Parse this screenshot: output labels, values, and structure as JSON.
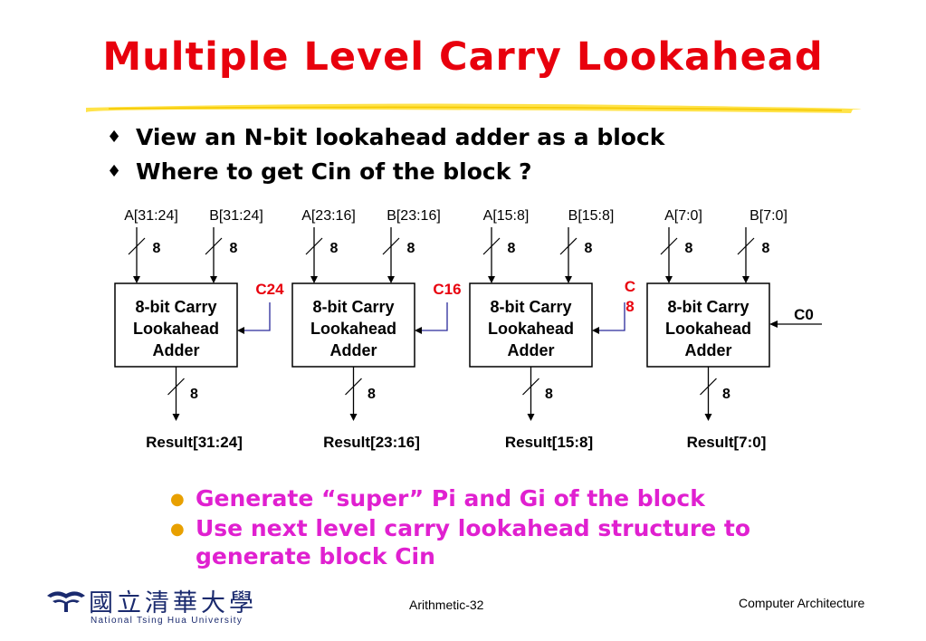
{
  "title": "Multiple Level Carry Lookahead",
  "bullets": [
    "View an N-bit lookahead adder as a block",
    "Where to get Cin of the block ?"
  ],
  "diagram": {
    "blocks": [
      {
        "a": "A[31:24]",
        "b": "B[31:24]",
        "label_lines": [
          "8-bit Carry",
          "Lookahead",
          "Adder"
        ],
        "result": "Result[31:24]",
        "carry_in": "C24"
      },
      {
        "a": "A[23:16]",
        "b": "B[23:16]",
        "label_lines": [
          "8-bit Carry",
          "Lookahead",
          "Adder"
        ],
        "result": "Result[23:16]",
        "carry_in": "C16"
      },
      {
        "a": "A[15:8]",
        "b": "B[15:8]",
        "label_lines": [
          "8-bit Carry",
          "Lookahead",
          "Adder"
        ],
        "result": "Result[15:8]",
        "carry_in_lines": [
          "C",
          "8"
        ]
      },
      {
        "a": "A[7:0]",
        "b": "B[7:0]",
        "label_lines": [
          "8-bit Carry",
          "Lookahead",
          "Adder"
        ],
        "result": "Result[7:0]",
        "carry_in": "C0"
      }
    ],
    "bus_width": "8"
  },
  "sub_bullets": [
    "Generate “super” Pi and Gi of the block",
    "Use next level carry lookahead structure to generate block Cin"
  ],
  "footer": {
    "logo_chinese": "國立清華大學",
    "logo_english": "National Tsing Hua University",
    "center": "Arithmetic-32",
    "right": "Computer Architecture"
  },
  "colors": {
    "title": "#e8000d",
    "sub_bullets": "#e020d0",
    "carry_labels": "#e8000d",
    "carry_wires": "#2a2a9a",
    "divider": "#ffd800"
  }
}
